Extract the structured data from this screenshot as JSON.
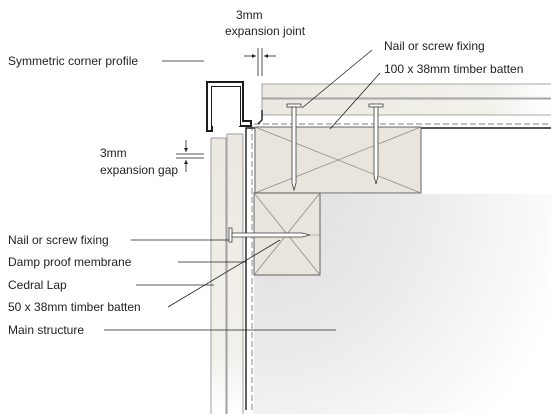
{
  "labels": {
    "symmetric_corner_profile": "Symmetric corner profile",
    "expansion_joint_line1": "3mm",
    "expansion_joint_line2": "expansion joint",
    "nail_fixing_top": "Nail or screw fixing",
    "batten_100": "100 x 38mm timber batten",
    "expansion_gap_line1": "3mm",
    "expansion_gap_line2": "expansion gap",
    "nail_fixing_left": "Nail or screw fixing",
    "damp_proof_membrane": "Damp proof membrane",
    "cedral_lap": "Cedral Lap",
    "batten_50": "50 x 38mm timber batten",
    "main_structure": "Main structure"
  },
  "colors": {
    "background": "#ffffff",
    "structure_shade": "#e6e6e6",
    "timber_fill": "#e9e4dc",
    "board_fill": "#efebe4",
    "line": "#222222"
  }
}
